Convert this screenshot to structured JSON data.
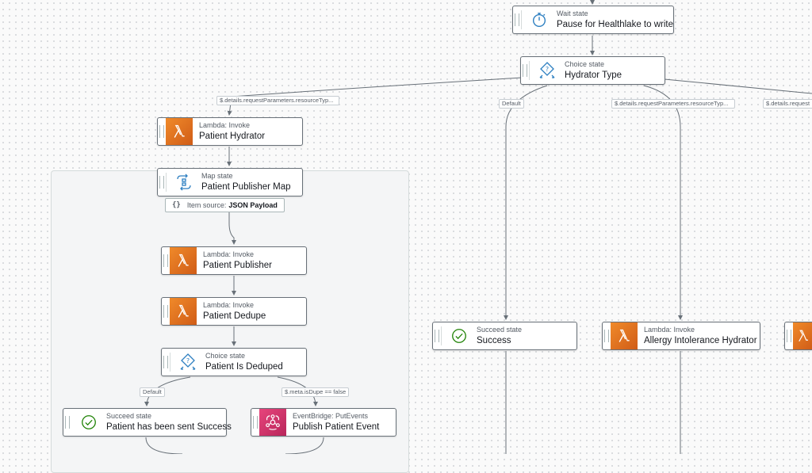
{
  "nodes": {
    "pause_wait": {
      "type": "Wait state",
      "name": "Pause for Healthlake to write",
      "icon": "stopwatch-icon"
    },
    "hydrator_type": {
      "type": "Choice state",
      "name": "Hydrator Type",
      "icon": "choice-diamond-icon"
    },
    "patient_hydrator": {
      "type": "Lambda: Invoke",
      "name": "Patient Hydrator",
      "icon": "lambda-icon"
    },
    "patient_publisher_map": {
      "type": "Map state",
      "name": "Patient Publisher Map",
      "icon": "map-icon"
    },
    "patient_publisher": {
      "type": "Lambda: Invoke",
      "name": "Patient Publisher",
      "icon": "lambda-icon"
    },
    "patient_dedupe": {
      "type": "Lambda: Invoke",
      "name": "Patient Dedupe",
      "icon": "lambda-icon"
    },
    "patient_is_deduped": {
      "type": "Choice state",
      "name": "Patient Is Deduped",
      "icon": "choice-diamond-icon"
    },
    "patient_sent_success": {
      "type": "Succeed state",
      "name": "Patient has been sent Success",
      "icon": "check-circle-icon"
    },
    "publish_patient_event": {
      "type": "EventBridge: PutEvents",
      "name": "Publish Patient Event",
      "icon": "eventbridge-icon"
    },
    "success": {
      "type": "Succeed state",
      "name": "Success",
      "icon": "check-circle-icon"
    },
    "allergy_hydrator": {
      "type": "Lambda: Invoke",
      "name": "Allergy Intolerance Hydrator",
      "icon": "lambda-icon"
    }
  },
  "item_source": {
    "label": "Item source:",
    "value": "JSON Payload"
  },
  "edge_labels": {
    "hydrator_patient": "$.details.requestParameters.resourceTyp...",
    "hydrator_default": "Default",
    "hydrator_allergy": "$.details.requestParameters.resourceTyp...",
    "hydrator_more": "$.details.request",
    "dedupe_default": "Default",
    "dedupe_is_dupe": "$.meta.isDupe == false"
  },
  "colors": {
    "lambda": "#e8792a",
    "eventbridge": "#d63f74",
    "icon_blue": "#2d7fc1",
    "succeed_green": "#1d8102",
    "edge": "#687078"
  }
}
